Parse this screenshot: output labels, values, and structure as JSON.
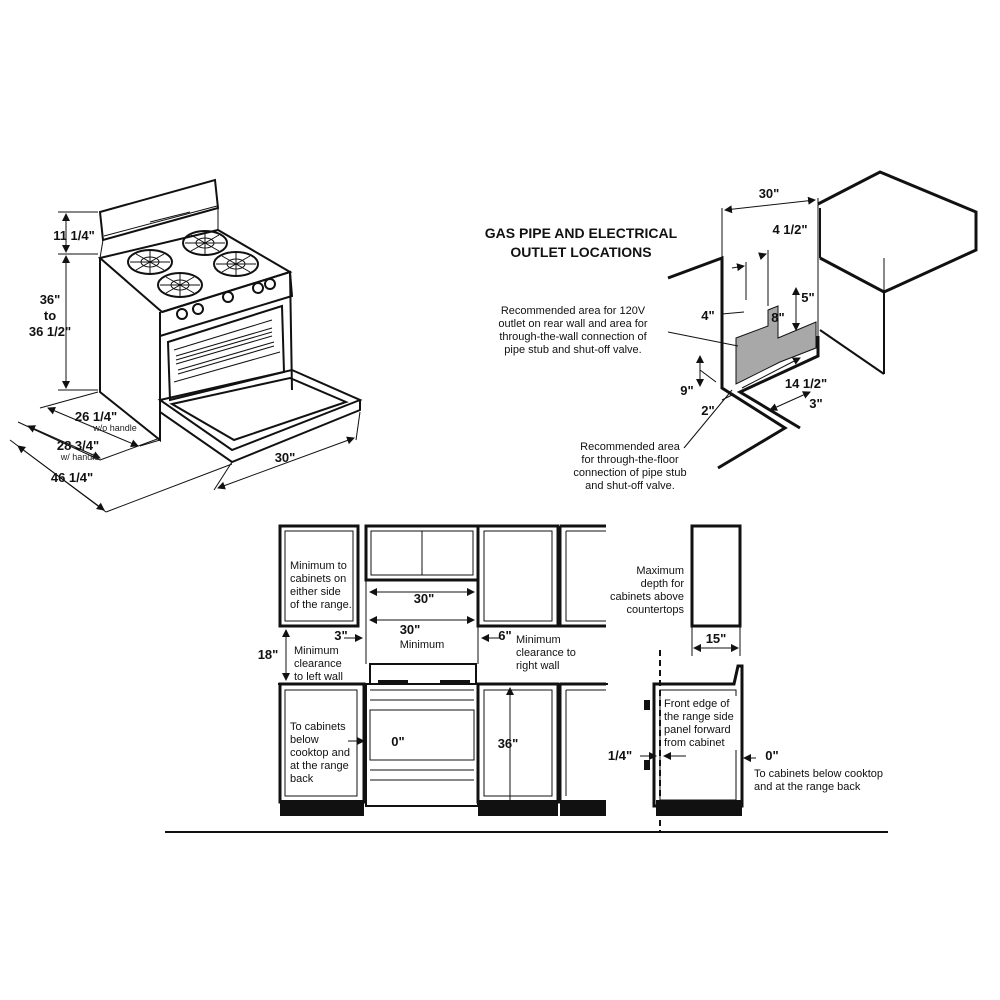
{
  "range_dimensions": {
    "backguard_height": "11 1/4\"",
    "height_line1": "36\"",
    "height_line2": "to",
    "height_line3": "36 1/2\"",
    "depth_no_handle": "26 1/4\"",
    "depth_no_handle_note": "w/o handle",
    "depth_with_handle": "28 3/4\"",
    "depth_with_handle_note": "w/ handle",
    "depth_door_open": "46 1/4\"",
    "width": "30\""
  },
  "gas_pipe": {
    "title_line1": "GAS PIPE AND ELECTRICAL",
    "title_line2": "OUTLET LOCATIONS",
    "width": "30\"",
    "offset_4_1_2": "4 1/2\"",
    "dim_4": "4\"",
    "dim_5": "5\"",
    "dim_8": "8\"",
    "dim_9": "9\"",
    "dim_2": "2\"",
    "dim_14_1_2": "14 1/2\"",
    "dim_3": "3\"",
    "wall_note": [
      "Recommended area for 120V",
      "outlet on rear wall and area for",
      "through-the-wall connection of",
      "pipe stub and shut-off valve."
    ],
    "floor_note": [
      "Recommended area",
      "for through-the-floor",
      "connection of pipe stub",
      "and shut-off valve."
    ]
  },
  "front_clearance": {
    "min_cabinets_note": [
      "Minimum to",
      "cabinets on",
      "either side",
      "of the range."
    ],
    "width_30": "30\"",
    "width_30_min": "30\"",
    "minimum_label": "Minimum",
    "left_gap": "3\"",
    "right_gap": "6\"",
    "right_wall_note": [
      "Minimum",
      "clearance to",
      "right wall"
    ],
    "left_wall_dim": "18\"",
    "left_wall_note": [
      "Minimum",
      "clearance",
      "to left wall"
    ],
    "below_note": [
      "To cabinets",
      "below",
      "cooktop and",
      "at the range",
      "back"
    ],
    "zero_gap": "0\"",
    "counter_height": "36\""
  },
  "side_clearance": {
    "max_depth_note": [
      "Maximum",
      "depth for",
      "cabinets above",
      "countertops"
    ],
    "depth_15": "15\"",
    "front_edge_note": [
      "Front edge of",
      "the range side",
      "panel forward",
      "from cabinet"
    ],
    "quarter_inch": "1/4\"",
    "zero_gap": "0\"",
    "cabinets_note": [
      "To cabinets below cooktop",
      "and at the range back"
    ]
  }
}
